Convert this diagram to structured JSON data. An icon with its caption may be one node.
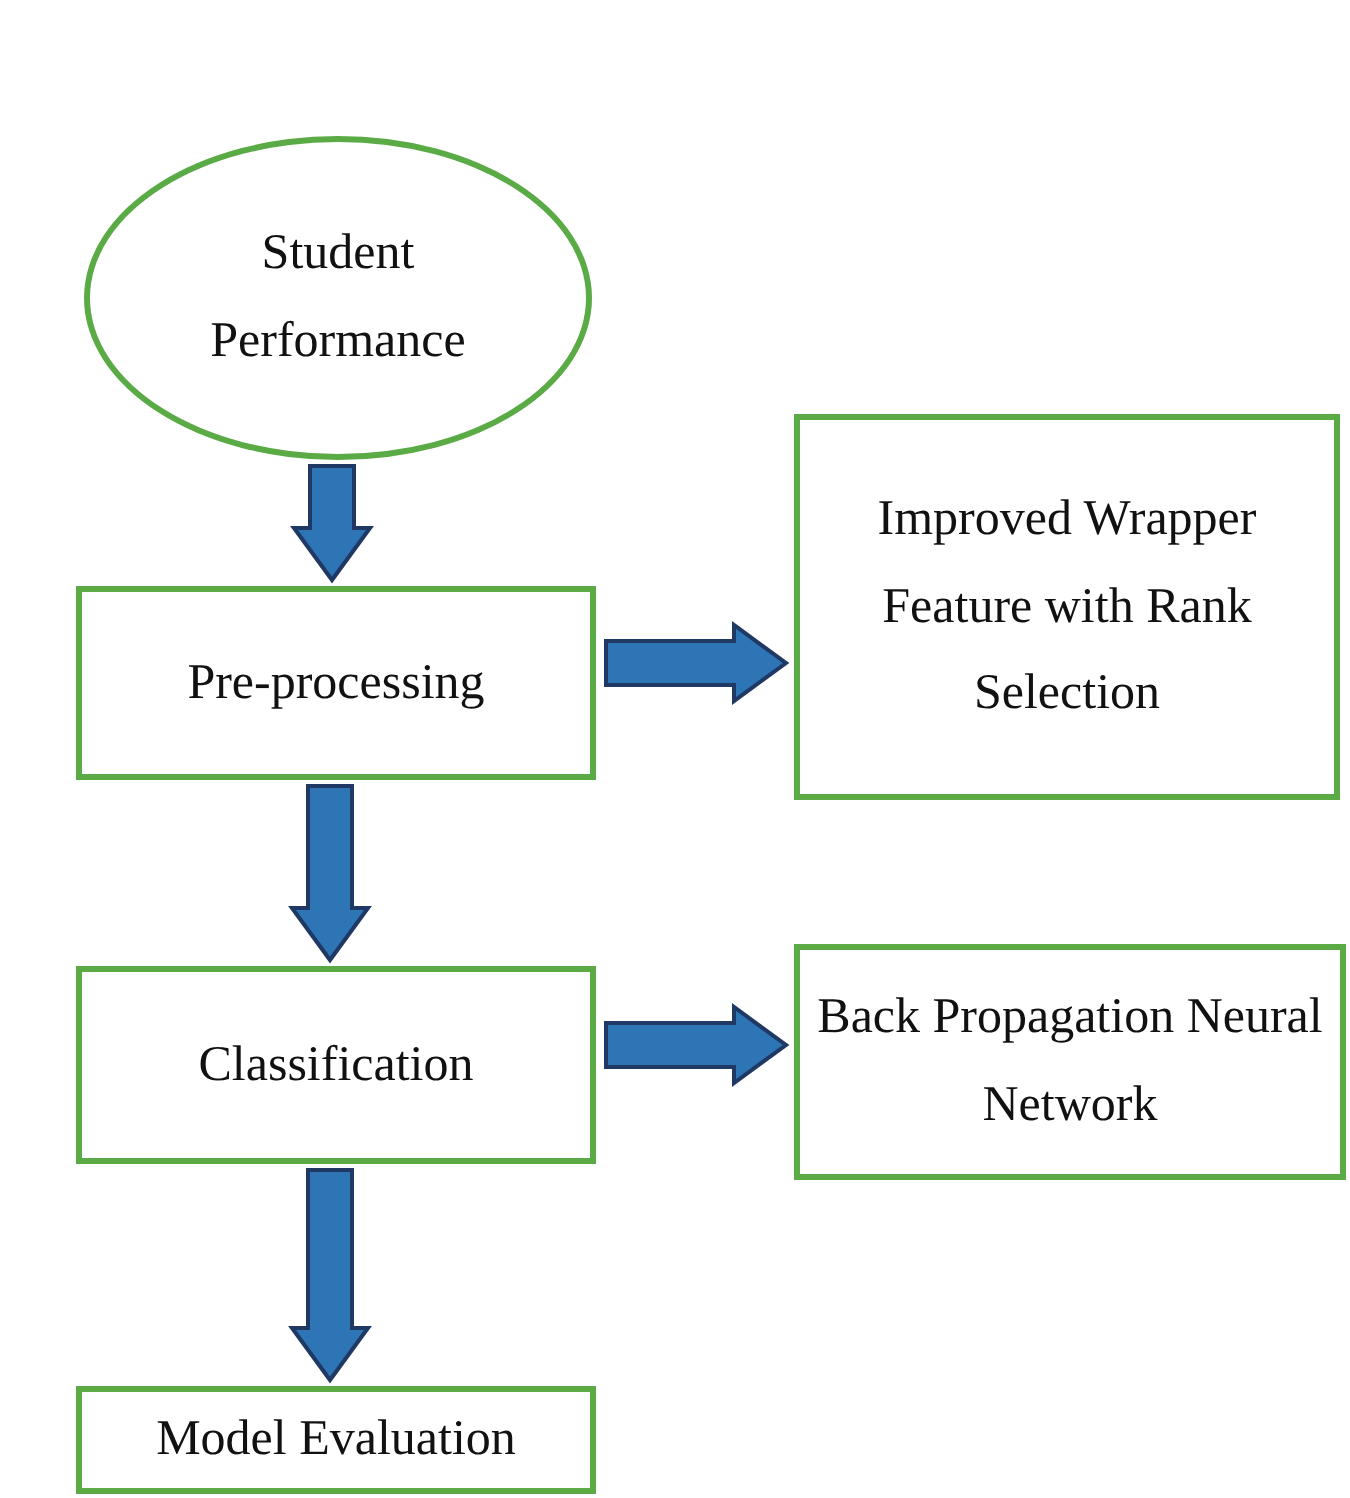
{
  "diagram": {
    "nodes": [
      {
        "text": [
          "Student Performance"
        ]
      },
      {
        "text": [
          "Pre-processing"
        ]
      },
      {
        "text": [
          "Improved Wrapper Feature with Rank Selection"
        ]
      },
      {
        "text": [
          "Classification"
        ]
      },
      {
        "text": [
          "Back Propagation Neural Network"
        ]
      },
      {
        "text": [
          "Model Evaluation"
        ]
      }
    ],
    "edges": [
      {
        "from": 0,
        "to": 1,
        "arrow": "to"
      },
      {
        "from": 1,
        "to": 2,
        "arrow": "to"
      },
      {
        "from": 1,
        "to": 3,
        "arrow": "to"
      },
      {
        "from": 3,
        "to": 4,
        "arrow": "to"
      },
      {
        "from": 3,
        "to": 5,
        "arrow": "to"
      }
    ]
  }
}
